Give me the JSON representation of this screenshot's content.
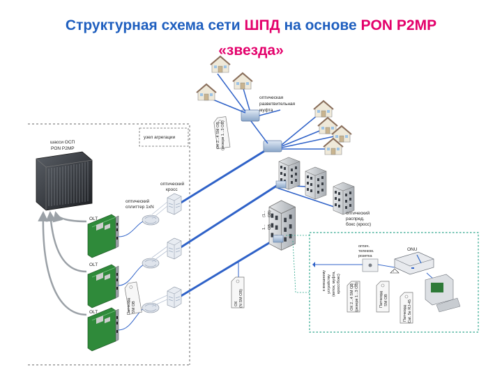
{
  "title": {
    "part1": "Структурная схема сети ",
    "part2": "ШПД",
    "part3": " на основе  ",
    "part4": "PON P2MP",
    "line2": "«звезда»"
  },
  "labels": {
    "aggregation_node": "узел агрегации",
    "chassis_line1": "шасси ОСП",
    "chassis_line2": "PON P2MP",
    "olt": "OLT",
    "optical_cross_1": "оптический",
    "optical_cross_2": "кросс",
    "splitter_1": "оптический",
    "splitter_2": "сплиттер 1xN",
    "coupling_1": "оптическая",
    "coupling_2": "разветвительная",
    "coupling_3": "муфта",
    "distribution_1": "оптический",
    "distribution_2": "распред.",
    "distribution_3": "бокс (кросс)",
    "outlet_1": "оптич.",
    "outlet_2": "телеком.",
    "outlet_3": "розетка",
    "onu": "ONU",
    "tag_ok_reserve_1": "ОК 2...4 SM ОВ",
    "tag_ok_reserve_2": "(резерв 1...3 ОВ)",
    "tag_ok_n": "ОК",
    "tag_ok_n2": "(N SM ОВ)",
    "tag_patchcord_1": "Патчкорд",
    "tag_patchcord_2": "SM ОВ",
    "tag_patchcord_rj_1": "Патчкорд",
    "tag_patchcord_rj_2": "Cat. 5e RJ-45",
    "tag_to_device_1": "к внешнему",
    "tag_to_device_2": "устройству",
    "tag_to_device_3": "(виток, муфта,",
    "tag_to_device_4": "кросс/бокс)",
    "fiber_mark_1": "1...",
    "fiber_mark_2": "ОВ",
    "fiber_mark_3": "(1...",
    "fiber_mark_4": "ОВ)"
  },
  "colors": {
    "title_blue": "#1f5fbf",
    "title_pink": "#e3006b",
    "cable_blue": "#2f62c8",
    "dashed_green": "#2aa58a"
  },
  "icons": [
    "house-icon",
    "building-icon",
    "server-chassis-icon",
    "olt-card-icon",
    "splitter-icon",
    "optical-cross-icon",
    "coupling-icon",
    "onu-icon",
    "computer-icon",
    "outlet-icon",
    "tag-icon"
  ]
}
